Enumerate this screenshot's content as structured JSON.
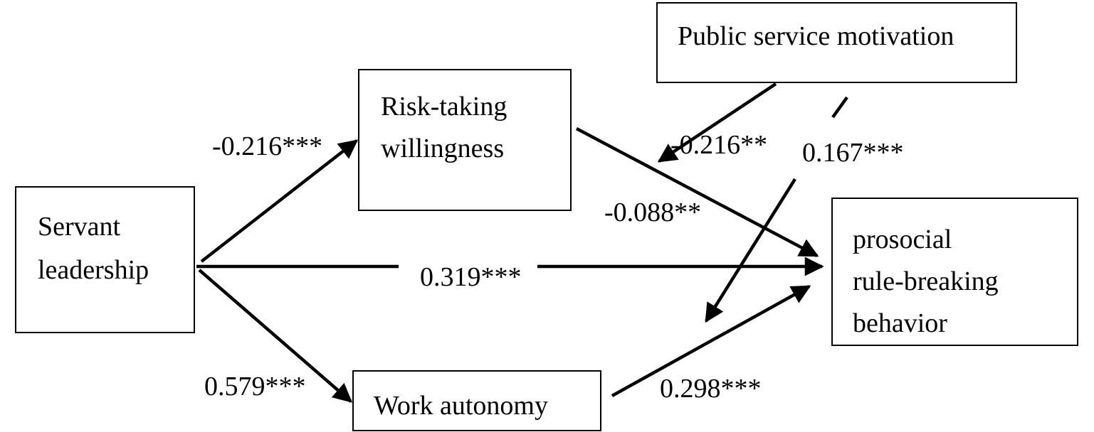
{
  "nodes": {
    "psm": {
      "line1": "Public service motivation"
    },
    "risk": {
      "line1": "Risk-taking",
      "line2": "willingness"
    },
    "servant": {
      "line1": "Servant",
      "line2": "leadership"
    },
    "prosocial": {
      "line1": "prosocial",
      "line2": "rule-breaking",
      "line3": "behavior"
    },
    "autonomy": {
      "line1": "Work autonomy"
    }
  },
  "paths": {
    "servant_to_risk": "-0.216***",
    "servant_to_prosocial": "0.319***",
    "servant_to_autonomy": "0.579***",
    "risk_to_prosocial": "-0.088**",
    "autonomy_to_prosocial": "0.298***",
    "psm_mod_risk_path": "-0.216**",
    "psm_mod_autonomy_path": "0.167***"
  },
  "colors": {
    "stroke": "#000000",
    "background": "#ffffff"
  }
}
